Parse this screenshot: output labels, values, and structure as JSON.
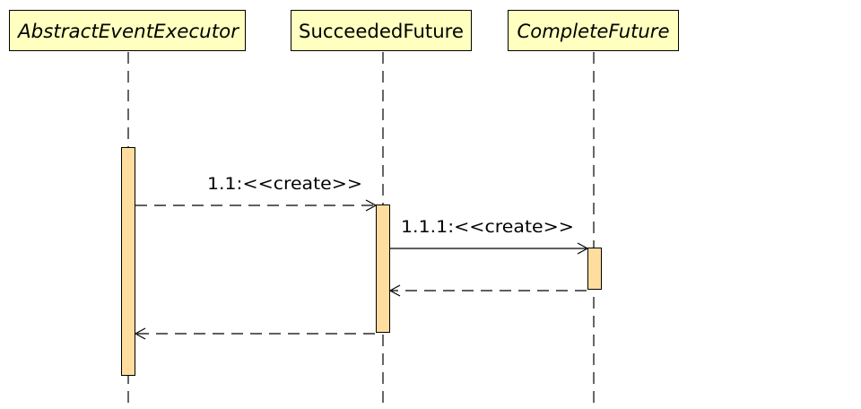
{
  "diagram": {
    "lifelines": [
      {
        "id": "executor",
        "title": "AbstractEventExecutor",
        "abstract": true
      },
      {
        "id": "succeeded",
        "title": "SucceededFuture",
        "abstract": false
      },
      {
        "id": "complete",
        "title": "CompleteFuture",
        "abstract": true
      }
    ],
    "messages": [
      {
        "label": "1.1:<<create>>",
        "from": "executor",
        "to": "succeeded",
        "style": "dashed"
      },
      {
        "label": "1.1.1:<<create>>",
        "from": "succeeded",
        "to": "complete",
        "style": "solid"
      },
      {
        "label": "",
        "from": "complete",
        "to": "succeeded",
        "style": "dashed-return"
      },
      {
        "label": "",
        "from": "succeeded",
        "to": "executor",
        "style": "dashed-return"
      }
    ],
    "colors": {
      "lifeline_fill": "#ffffc0",
      "activation_fill": "#ffdd9f",
      "stroke": "#000000"
    }
  }
}
